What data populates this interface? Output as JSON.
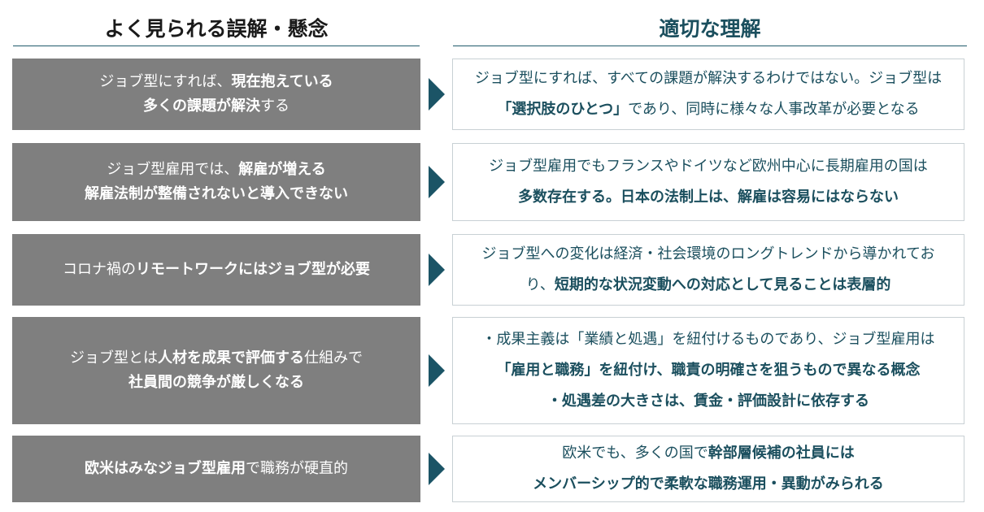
{
  "headers": {
    "left": "よく見られる誤解・懸念",
    "right": "適切な理解"
  },
  "colors": {
    "left_box": "#7f7f7f",
    "accent": "#1b5466",
    "right_text": "#1b4f5e"
  },
  "rows": [
    {
      "misconception": [
        [
          {
            "t": "ジョブ型にすれば、",
            "b": false
          },
          {
            "t": "現在抱えている",
            "b": true
          }
        ],
        [
          {
            "t": "多くの課題が解決",
            "b": true
          },
          {
            "t": "する",
            "b": false
          }
        ]
      ],
      "understanding": [
        [
          {
            "t": "ジョブ型にすれば、すべての課題が解決するわけではない。ジョブ型は",
            "b": false
          }
        ],
        [
          {
            "t": "「選択肢のひとつ」",
            "b": true
          },
          {
            "t": "であり、同時に様々な人事改革が必要となる",
            "b": false
          }
        ]
      ]
    },
    {
      "misconception": [
        [
          {
            "t": "ジョブ型雇用では、",
            "b": false
          },
          {
            "t": "解雇が増える",
            "b": true
          }
        ],
        [
          {
            "t": "解雇法制が整備されないと導入できない",
            "b": true
          }
        ]
      ],
      "understanding": [
        [
          {
            "t": "ジョブ型雇用でもフランスやドイツなど欧州中心に長期雇用の国は",
            "b": false
          }
        ],
        [
          {
            "t": "多数存在する。日本の法制上は、解雇は容易にはならない",
            "b": true
          }
        ]
      ]
    },
    {
      "misconception": [
        [
          {
            "t": "コロナ禍の",
            "b": false
          },
          {
            "t": "リモートワークにはジョブ型が必要",
            "b": true
          }
        ]
      ],
      "understanding": [
        [
          {
            "t": "ジョブ型への変化は経済・社会環境のロングトレンドから導かれてお",
            "b": false
          }
        ],
        [
          {
            "t": "り、",
            "b": false
          },
          {
            "t": "短期的な状況変動への対応として見ることは表層的",
            "b": true
          }
        ]
      ]
    },
    {
      "misconception": [
        [
          {
            "t": "ジョブ型とは",
            "b": false
          },
          {
            "t": "人材を成果で評価する",
            "b": true
          },
          {
            "t": "仕組みで",
            "b": false
          }
        ],
        [
          {
            "t": "社員間の競争が厳しくなる",
            "b": true
          }
        ]
      ],
      "understanding": [
        [
          {
            "t": "・成果主義は「業績と処遇」を紐付けるものであり、ジョブ型雇用は",
            "b": false
          }
        ],
        [
          {
            "t": "「雇用と職務」を紐付け、職責の明確さを狙うもので異なる概念",
            "b": true
          }
        ],
        [
          {
            "t": "・処遇差の大きさは、賃金・評価設計に依存する",
            "b": true
          }
        ]
      ]
    },
    {
      "misconception": [
        [
          {
            "t": "欧米はみなジョブ型雇用",
            "b": true
          },
          {
            "t": "で職務が硬直的",
            "b": false
          }
        ]
      ],
      "understanding": [
        [
          {
            "t": "欧米でも、多くの国で",
            "b": false
          },
          {
            "t": "幹部層候補の社員には",
            "b": true
          }
        ],
        [
          {
            "t": "メンバーシップ的で柔軟な職務運用・異動がみられる",
            "b": true
          }
        ]
      ]
    }
  ]
}
